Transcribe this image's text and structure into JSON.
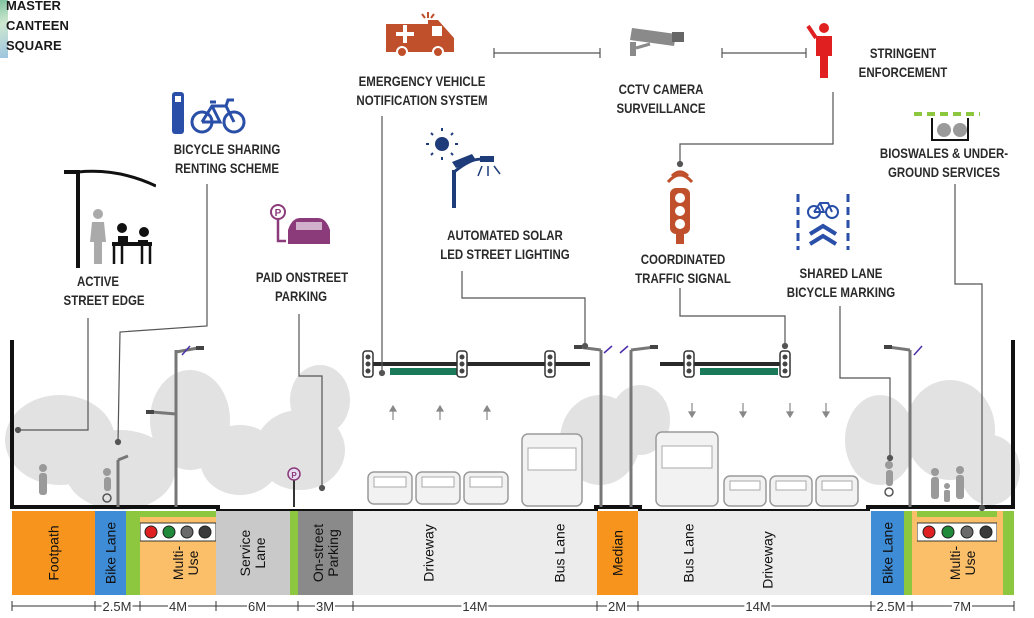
{
  "corner_label": [
    "MASTER",
    "CANTEEN",
    "SQUARE"
  ],
  "features": {
    "active_street_edge": [
      "ACTIVE",
      "STREET EDGE"
    ],
    "bicycle_sharing": [
      "BICYCLE SHARING",
      "RENTING SCHEME"
    ],
    "paid_parking": [
      "PAID ONSTREET",
      "PARKING"
    ],
    "emergency_vehicle": [
      "EMERGENCY VEHICLE",
      "NOTIFICATION SYSTEM"
    ],
    "solar_lighting": [
      "AUTOMATED SOLAR",
      "LED STREET LIGHTING"
    ],
    "cctv": [
      "CCTV CAMERA",
      "SURVEILLANCE"
    ],
    "traffic_signal": [
      "COORDINATED",
      "TRAFFIC SIGNAL"
    ],
    "stringent_enforcement": [
      "STRINGENT",
      "ENFORCEMENT"
    ],
    "shared_lane_marking": [
      "SHARED LANE",
      "BICYCLE MARKING"
    ],
    "bioswales": [
      "BIOSWALES & UNDER-",
      "GROUND SERVICES"
    ]
  },
  "segments": {
    "footpath": [
      "Footpath"
    ],
    "bike_lane_left": [
      "Bike  Lane"
    ],
    "multi_use_left": [
      "Multi-",
      "Use"
    ],
    "service_lane": [
      "Service",
      "Lane"
    ],
    "on_street_parking": [
      "On-street",
      "Parking"
    ],
    "driveway_left": [
      "Driveway"
    ],
    "bus_lane_left": [
      "Bus Lane"
    ],
    "median": [
      "Median"
    ],
    "bus_lane_right": [
      "Bus Lane"
    ],
    "driveway_right": [
      "Driveway"
    ],
    "bike_lane_right": [
      "Bike  Lane"
    ],
    "multi_use_right": [
      "Multi-",
      "Use"
    ]
  },
  "dimensions": {
    "bike_lane_left": "2.5M",
    "multi_use_left": "4M",
    "service_lane": "6M",
    "on_street_parking": "3M",
    "carriageway_left": "14M",
    "median": "2M",
    "carriageway_right": "14M",
    "bike_lane_right": "2.5M",
    "multi_use_right": "7M"
  },
  "colors": {
    "footpath": "#f7941d",
    "bike_lane": "#3e8bd6",
    "green_strip": "#8dc63f",
    "multi_use": "#fbbf6a",
    "service_lane": "#c9c9c9",
    "parking": "#8a8a8a",
    "carriageway": "#ececec",
    "median": "#f7941d",
    "sign_green": "#1a7a5a",
    "icon_orange": "#c0502b",
    "icon_red": "#e02020",
    "icon_blue": "#2a4fa8",
    "icon_purple": "#8b3a7a",
    "tree_grey": "#dcdcdc"
  },
  "icons": [
    "ambulance-icon",
    "cctv-camera-icon",
    "traffic-police-icon",
    "solar-street-light-icon",
    "traffic-signal-icon",
    "bike-share-icon",
    "parking-meter-icon",
    "cafe-seating-icon",
    "bike-lane-marking-icon",
    "bioswale-icon"
  ]
}
